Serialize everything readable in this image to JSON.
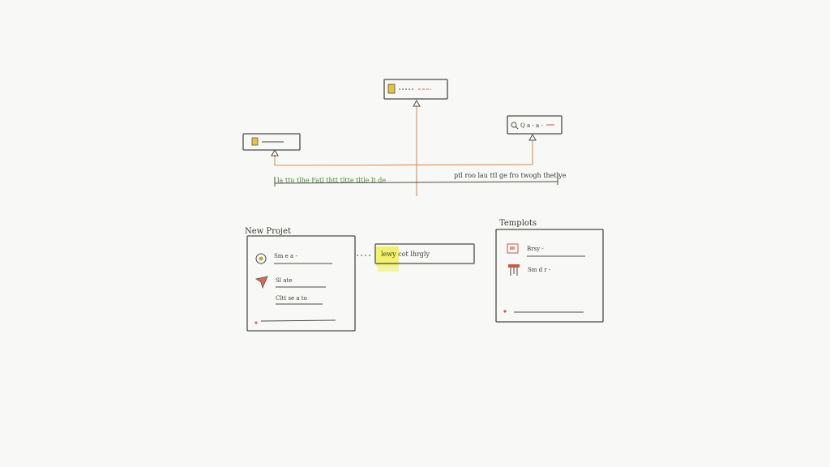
{
  "colors": {
    "ink": "#4a4a46",
    "connector_orange": "#d8905a",
    "accent_red": "#c65a44",
    "timeline_green": "#4a8a3a",
    "highlight_yellow": "#f2ef3a",
    "icon_yellow": "#e8c23a"
  },
  "top_nodes": {
    "left": {
      "icon": "folder-icon",
      "text": ""
    },
    "center": {
      "icon": "file-icon",
      "text": ""
    },
    "right": {
      "icon": "search-icon",
      "text": "Q a - a -"
    }
  },
  "timeline": {
    "left_text": "la ttu tlhe Fatl thtt tltte tltle lt de",
    "right_text": "ptl roo lau ttl ge fro twogh thetlye"
  },
  "new_project": {
    "title": "New Projet",
    "items": [
      {
        "icon": "circle-target-icon",
        "label": "Sm e a -"
      },
      {
        "icon": "paper-plane-icon",
        "label": "Sl ate"
      },
      {
        "icon": "",
        "label": "Cltt se a to"
      },
      {
        "icon": "bullet-dot-icon",
        "label": ""
      }
    ]
  },
  "highlight_box": {
    "text": "lewy cot lhrgly"
  },
  "templates": {
    "title": "Templots",
    "items": [
      {
        "icon": "image-frame-icon",
        "label": "Brsy -"
      },
      {
        "icon": "stool-icon",
        "label": "Sm d r -"
      },
      {
        "icon": "bullet-dot-icon",
        "label": ""
      }
    ]
  }
}
